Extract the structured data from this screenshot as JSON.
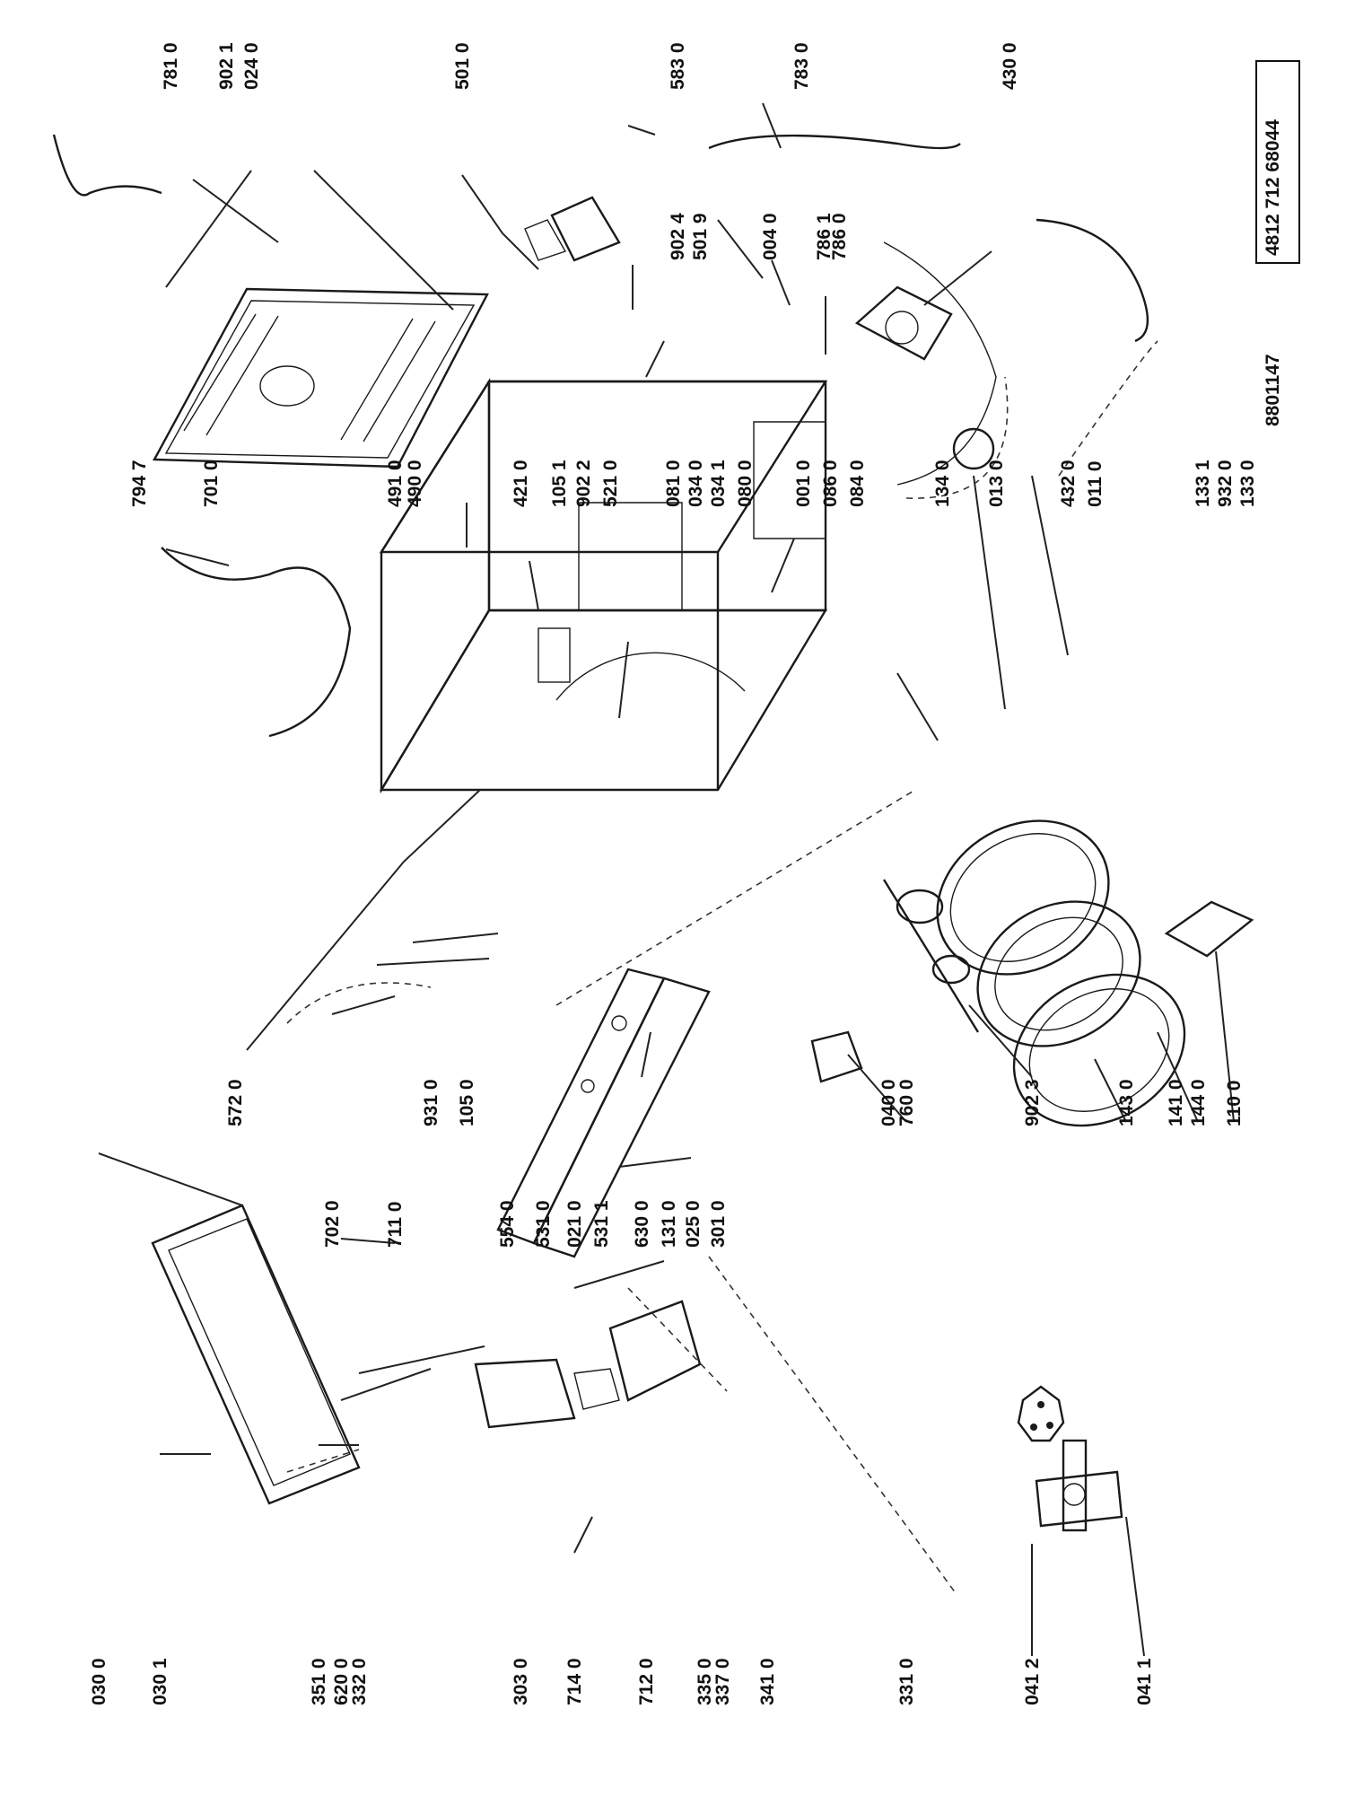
{
  "document": {
    "part_code": "4812 712 68044",
    "drawing_number": "8801147"
  },
  "labels": [
    "030 0",
    "030 1",
    "351 0",
    "620 0",
    "332 0",
    "303 0",
    "714 0",
    "712 0",
    "335 0",
    "337 0",
    "341 0",
    "331 0",
    "041 2",
    "041 1",
    "702 0",
    "711 0",
    "554 0",
    "531 0",
    "021 0",
    "531 1",
    "630 0",
    "131 0",
    "025 0",
    "301 0",
    "931 0",
    "105 0",
    "572 0",
    "040 0",
    "760 0",
    "902 3",
    "143 0",
    "141 0",
    "144 0",
    "110 0",
    "781 0",
    "902 1",
    "024 0",
    "794 7",
    "701 0",
    "491 0",
    "490 0",
    "421 0",
    "105 1",
    "902 2",
    "521 0",
    "081 0",
    "034 0",
    "034 1",
    "080 0",
    "001 0",
    "086 0",
    "084 0",
    "134 0",
    "013 0",
    "432 0",
    "011 0",
    "133 1",
    "932 0",
    "133 0",
    "501 0",
    "583 0",
    "783 0",
    "902 4",
    "501 9",
    "004 0",
    "786 1",
    "786 0",
    "430 0"
  ]
}
